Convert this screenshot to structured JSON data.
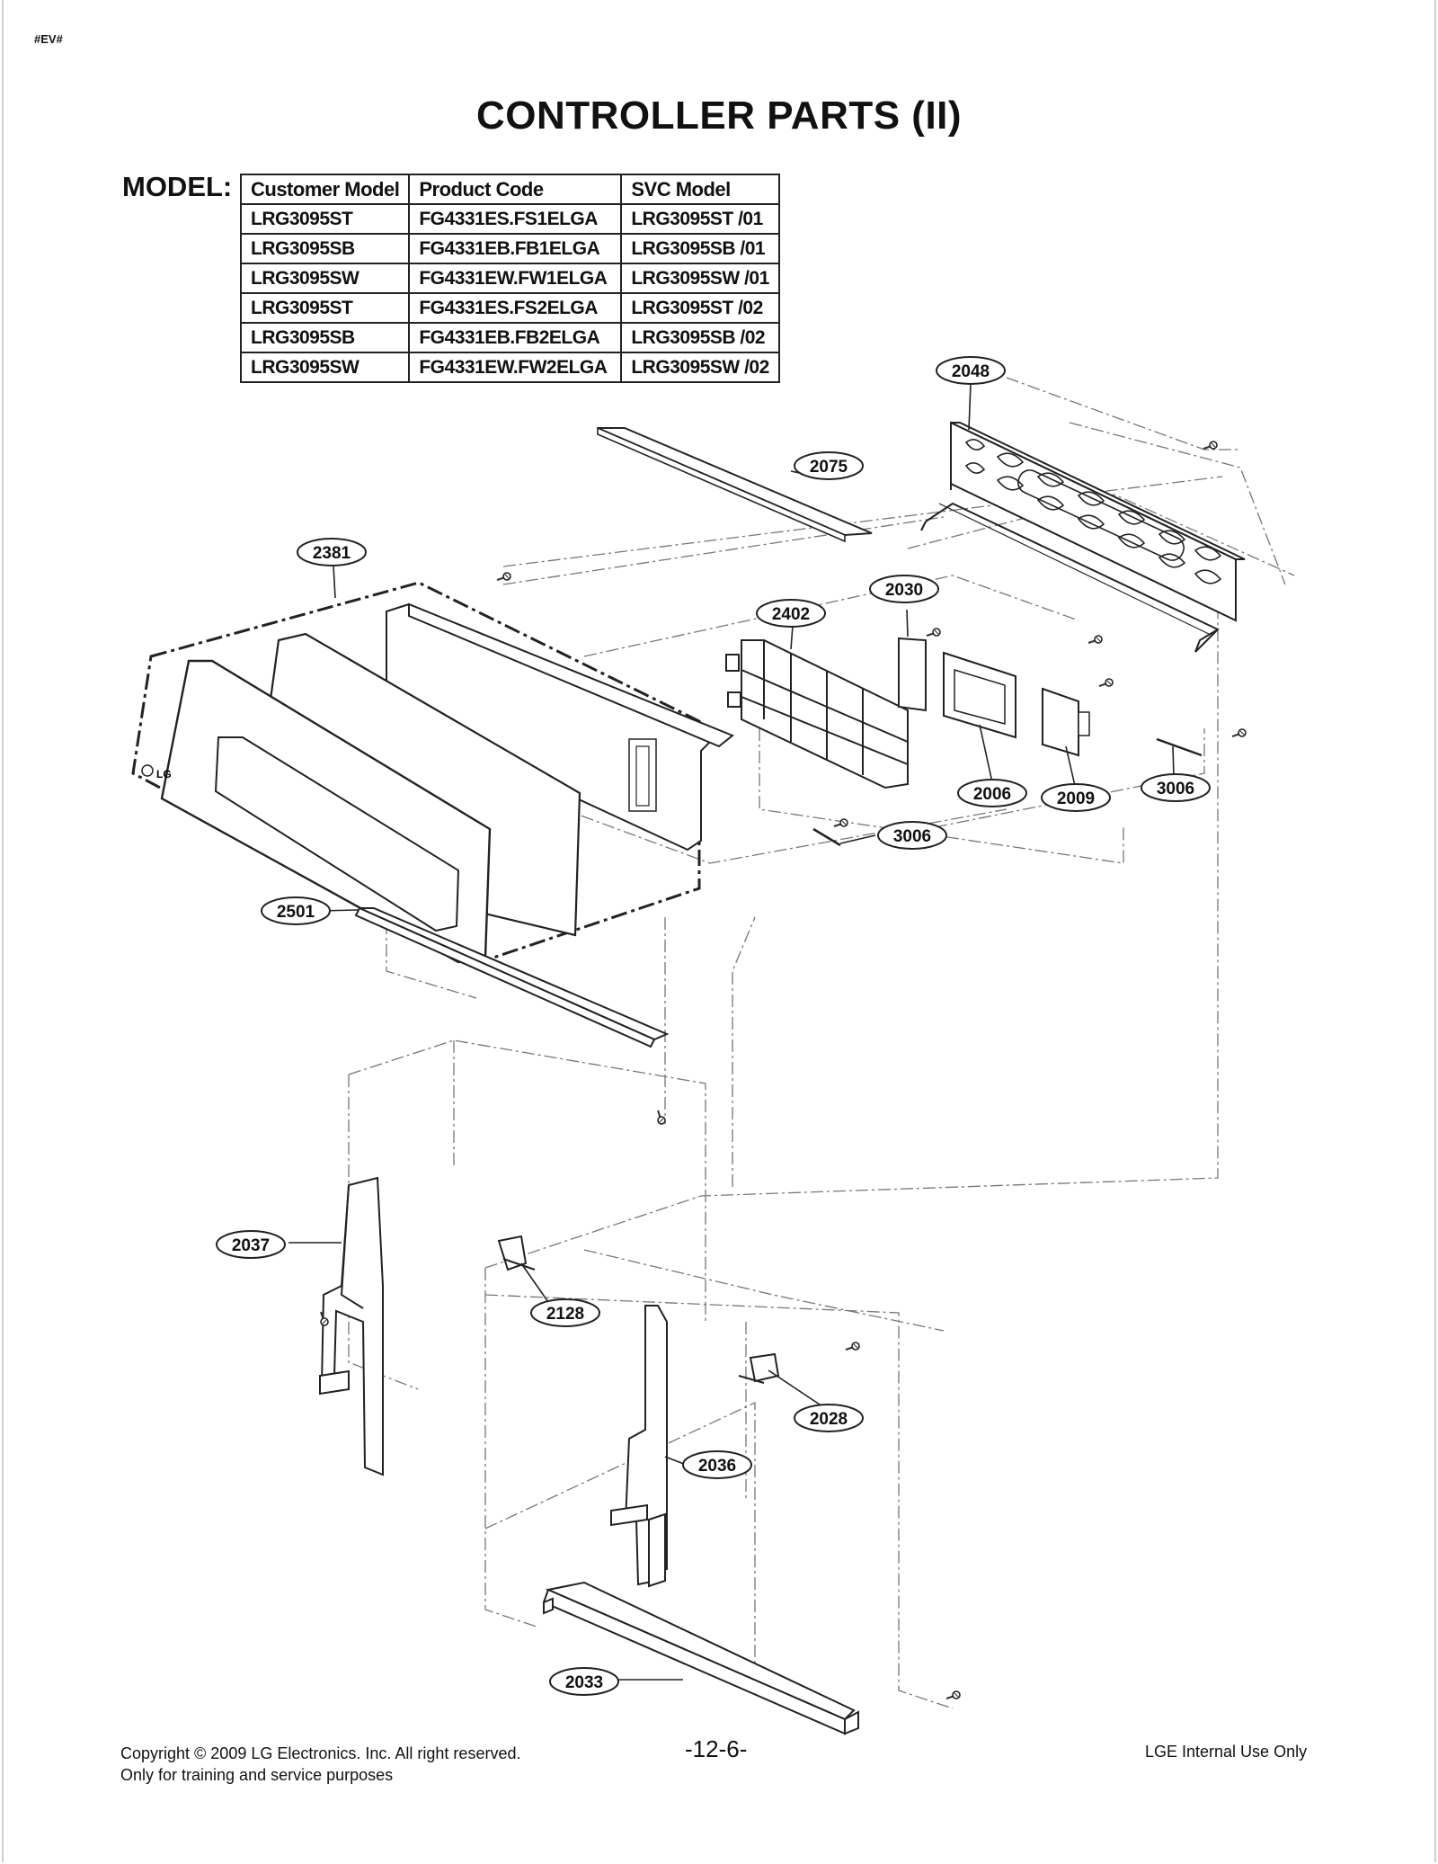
{
  "document": {
    "tag": "#EV#",
    "title": "CONTROLLER PARTS (II)",
    "model_label": "MODEL:"
  },
  "model_table": {
    "headers": [
      "Customer Model",
      "Product Code",
      "SVC Model"
    ],
    "rows": [
      [
        "LRG3095ST",
        "FG4331ES.FS1ELGA",
        "LRG3095ST /01"
      ],
      [
        "LRG3095SB",
        "FG4331EB.FB1ELGA",
        "LRG3095SB /01"
      ],
      [
        "LRG3095SW",
        "FG4331EW.FW1ELGA",
        "LRG3095SW /01"
      ],
      [
        "LRG3095ST",
        "FG4331ES.FS2ELGA",
        "LRG3095ST /02"
      ],
      [
        "LRG3095SB",
        "FG4331EB.FB2ELGA",
        "LRG3095SB /02"
      ],
      [
        "LRG3095SW",
        "FG4331EW.FW2ELGA",
        "LRG3095SW /02"
      ]
    ]
  },
  "parts": {
    "p2048": "2048",
    "p2075": "2075",
    "p2381": "2381",
    "p2030": "2030",
    "p2402": "2402",
    "p2006": "2006",
    "p2009": "2009",
    "p3006a": "3006",
    "p3006b": "3006",
    "p2501": "2501",
    "p2037": "2037",
    "p2128": "2128",
    "p2028": "2028",
    "p2036": "2036",
    "p2033": "2033"
  },
  "panel_logo": "LG",
  "footer": {
    "copyright": "Copyright © 2009 LG Electronics. Inc. All right reserved.",
    "purpose": "Only for training and service purposes",
    "page_number": "-12-6-",
    "internal": "LGE Internal Use Only"
  }
}
